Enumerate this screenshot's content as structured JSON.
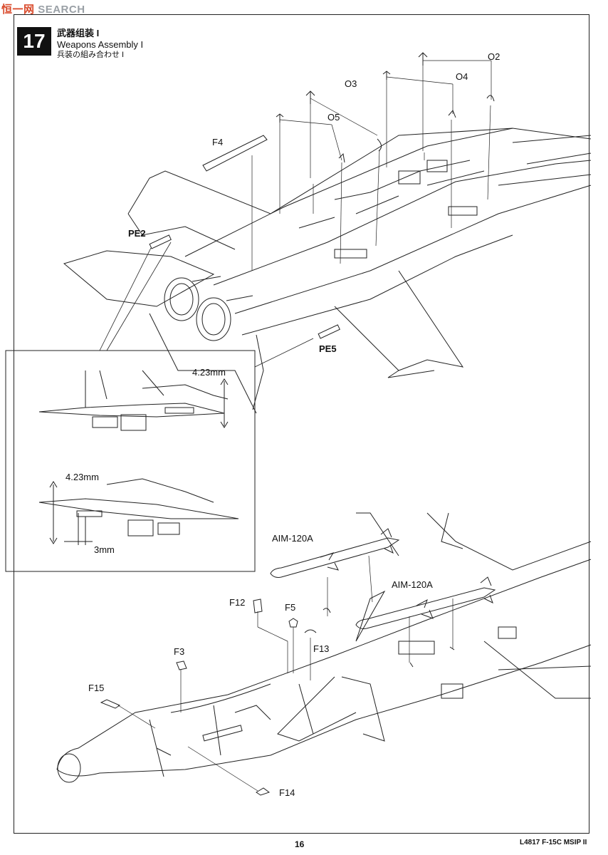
{
  "watermark": {
    "cn": "恒",
    "mid": "一",
    "cn2": "网",
    "en": "SEARCH"
  },
  "step": {
    "number": "17",
    "title_cn": "武器组装 I",
    "title_en": "Weapons Assembly I",
    "title_jp": "兵装の組み合わせ I"
  },
  "parts": {
    "o2": "O2",
    "o3": "O3",
    "o4": "O4",
    "o5": "O5",
    "f4": "F4",
    "pe2": "PE2",
    "pe5": "PE5",
    "aim1": "AIM-120A",
    "aim2": "AIM-120A",
    "f12": "F12",
    "f5": "F5",
    "f13": "F13",
    "f3": "F3",
    "f15": "F15",
    "f14": "F14"
  },
  "detail": {
    "dim_top": "4.23mm",
    "dim_mid": "4.23mm",
    "dim_bottom": "3mm"
  },
  "footer": {
    "page": "16",
    "code": "L4817 F-15C MSIP II"
  }
}
